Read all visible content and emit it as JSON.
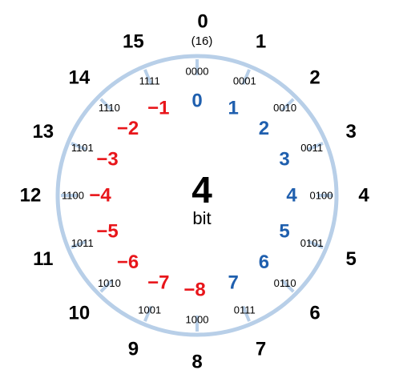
{
  "colors": {
    "ring": "#b8cfe8",
    "unsigned": "#1f5fae",
    "signed": "#e8161b",
    "text": "#000000"
  },
  "center": {
    "value": "4",
    "unit": "bit"
  },
  "wrap_label": "(16)",
  "positions": [
    {
      "outer": "0",
      "binary": "0000",
      "unsigned": "0",
      "signed": ""
    },
    {
      "outer": "1",
      "binary": "0001",
      "unsigned": "1",
      "signed": ""
    },
    {
      "outer": "2",
      "binary": "0010",
      "unsigned": "2",
      "signed": ""
    },
    {
      "outer": "3",
      "binary": "0011",
      "unsigned": "3",
      "signed": ""
    },
    {
      "outer": "4",
      "binary": "0100",
      "unsigned": "4",
      "signed": ""
    },
    {
      "outer": "5",
      "binary": "0101",
      "unsigned": "5",
      "signed": ""
    },
    {
      "outer": "6",
      "binary": "0110",
      "unsigned": "6",
      "signed": ""
    },
    {
      "outer": "7",
      "binary": "0111",
      "unsigned": "7",
      "signed": ""
    },
    {
      "outer": "8",
      "binary": "1000",
      "unsigned": "",
      "signed": "−8"
    },
    {
      "outer": "9",
      "binary": "1001",
      "unsigned": "",
      "signed": "−7"
    },
    {
      "outer": "10",
      "binary": "1010",
      "unsigned": "",
      "signed": "−6"
    },
    {
      "outer": "11",
      "binary": "1011",
      "unsigned": "",
      "signed": "−5"
    },
    {
      "outer": "12",
      "binary": "1100",
      "unsigned": "",
      "signed": "−4"
    },
    {
      "outer": "13",
      "binary": "1101",
      "unsigned": "",
      "signed": "−3"
    },
    {
      "outer": "14",
      "binary": "1110",
      "unsigned": "",
      "signed": "−2"
    },
    {
      "outer": "15",
      "binary": "1111",
      "unsigned": "",
      "signed": "−1"
    }
  ]
}
